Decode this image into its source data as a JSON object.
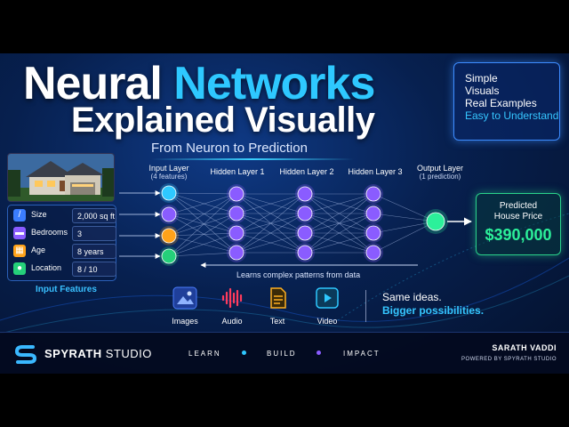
{
  "title": {
    "part1": "Neural ",
    "part2": "Networks",
    "line2": "Explained Visually",
    "subtitle": "From Neuron to Prediction"
  },
  "tags": [
    "Simple",
    "Visuals",
    "Real Examples",
    "Easy to Understand"
  ],
  "features": [
    {
      "icon": "ruler-icon",
      "label": "Size",
      "value": "2,000 sq ft",
      "color": "#3b7dff"
    },
    {
      "icon": "bed-icon",
      "label": "Bedrooms",
      "value": "3",
      "color": "#8a5cff"
    },
    {
      "icon": "calendar-icon",
      "label": "Age",
      "value": "8 years",
      "color": "#ffa21a"
    },
    {
      "icon": "location-pin-icon",
      "label": "Location",
      "value": "8 / 10",
      "color": "#25d07a"
    }
  ],
  "input_features_label": "Input Features",
  "layers": {
    "input": {
      "label": "Input Layer",
      "sub": "(4 features)"
    },
    "hidden1": {
      "label": "Hidden Layer 1"
    },
    "hidden2": {
      "label": "Hidden Layer 2"
    },
    "hidden3": {
      "label": "Hidden Layer 3"
    },
    "output": {
      "label": "Output Layer",
      "sub": "(1 prediction)"
    }
  },
  "prediction": {
    "label_line1": "Predicted",
    "label_line2": "House Price",
    "value": "$390,000"
  },
  "learns_text": "Learns complex patterns from data",
  "media": [
    {
      "icon": "image-icon",
      "label": "Images",
      "color": "#4b7dff"
    },
    {
      "icon": "audio-wave-icon",
      "label": "Audio",
      "color": "#ff3b5c"
    },
    {
      "icon": "document-icon",
      "label": "Text",
      "color": "#ffb020"
    },
    {
      "icon": "video-play-icon",
      "label": "Video",
      "color": "#2ec8ff"
    }
  ],
  "same_ideas": "Same ideas.",
  "bigger": "Bigger possibilities.",
  "footer": {
    "brand_bold": "SPYRATH",
    "brand_rest": " STUDIO",
    "nav": [
      "LEARN",
      "BUILD",
      "IMPACT"
    ],
    "author": "SARATH VADDI",
    "author_sub": "POWERED BY SPYRATH STUDIO"
  },
  "colors": {
    "accent": "#2ec8ff",
    "input_nodes": [
      "#2ec8ff",
      "#8a5cff",
      "#ffa21a",
      "#25d07a"
    ],
    "hidden_node": "#8a5cff",
    "output_node": "#2cf09a"
  }
}
